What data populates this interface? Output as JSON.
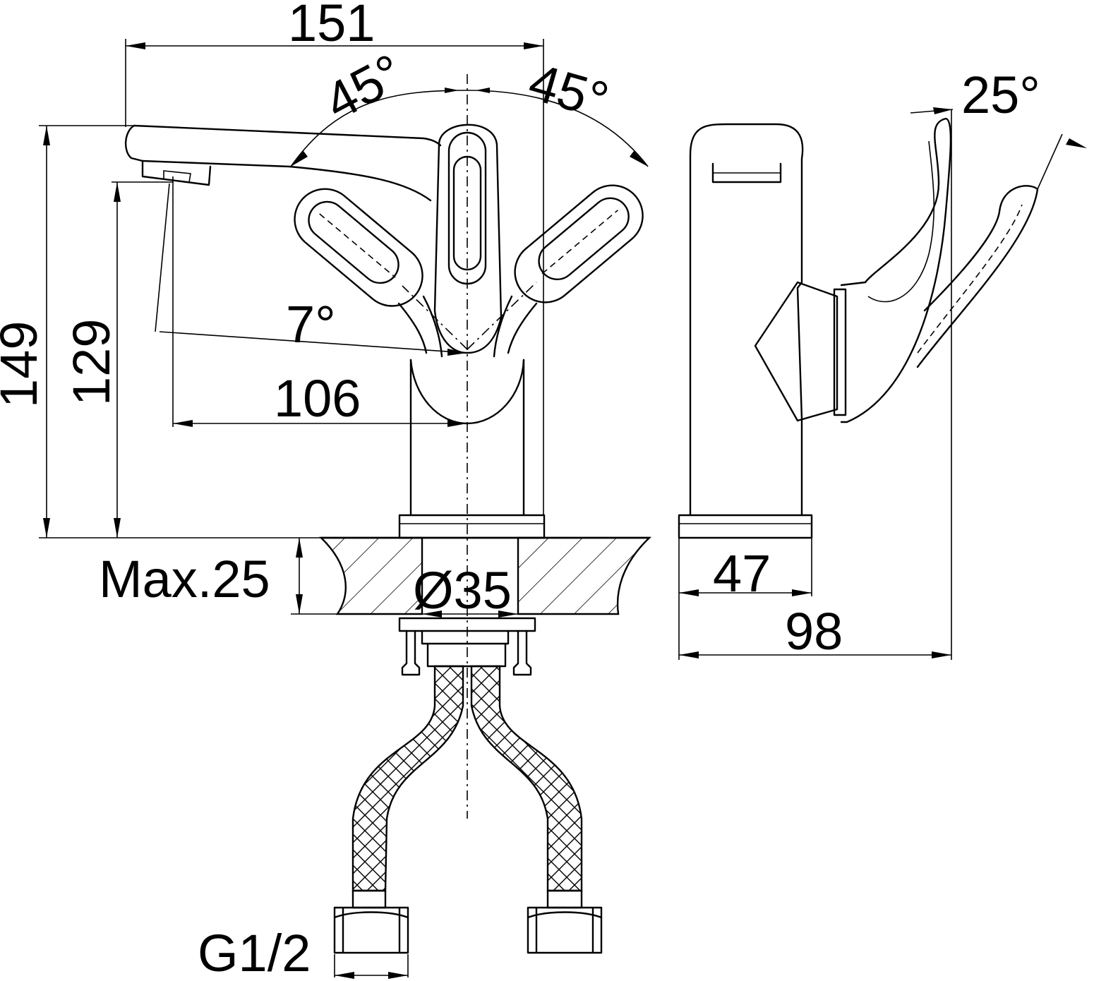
{
  "drawing": {
    "dimensions": {
      "overall_width": "151",
      "angle_left_handle": "45°",
      "angle_right_handle": "45°",
      "angle_side_handle": "25°",
      "angle_spout": "7°",
      "overall_height": "149",
      "spout_height": "129",
      "spout_reach": "106",
      "max_deck_thickness": "Max.25",
      "hole_diameter": "Ø35",
      "base_depth": "47",
      "overall_depth": "98",
      "hose_thread": "G1/2"
    }
  }
}
